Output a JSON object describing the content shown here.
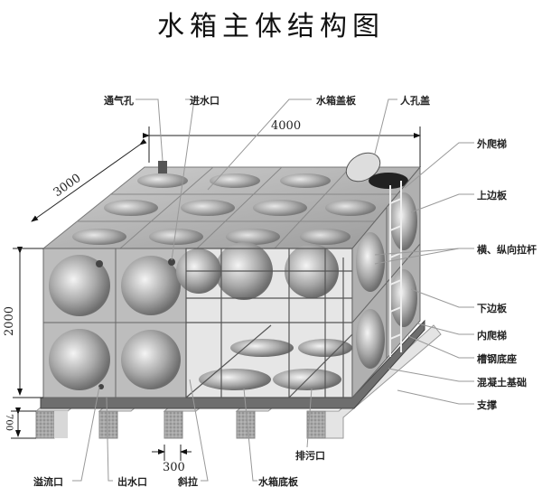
{
  "title": "水箱主体结构图",
  "dimensions": {
    "length": "4000",
    "width": "3000",
    "height": "2000",
    "base_height": "700",
    "base_spacing": "300"
  },
  "labels": {
    "vent": "通气孔",
    "inlet": "进水口",
    "cover_plate": "水箱盖板",
    "manhole_cover": "人孔盖",
    "outer_ladder": "外爬梯",
    "upper_side_plate": "上边板",
    "tie_rods": "横、纵向拉杆",
    "lower_side_plate": "下边板",
    "inner_ladder": "内爬梯",
    "channel_base": "槽钢底座",
    "concrete_foundation": "混凝土基础",
    "support": "支撑",
    "drain": "排污口",
    "overflow": "溢流口",
    "outlet": "出水口",
    "diagonal_brace": "斜拉",
    "bottom_plate": "水箱底板"
  },
  "colors": {
    "panel": "#b8b8b8",
    "line": "#8a8a8a",
    "text": "#222222"
  }
}
